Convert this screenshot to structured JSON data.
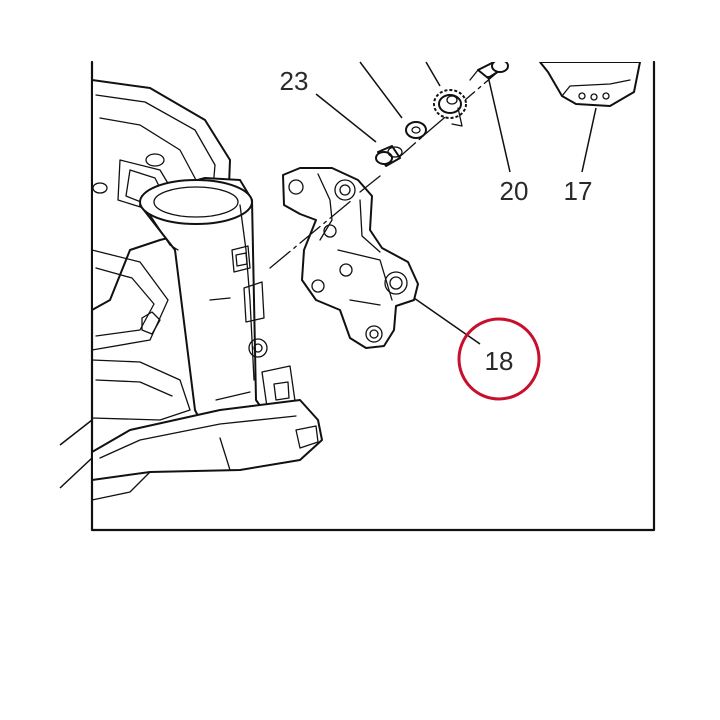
{
  "callouts": [
    {
      "id": "23",
      "label": "23"
    },
    {
      "id": "20",
      "label": "20"
    },
    {
      "id": "17",
      "label": "17"
    },
    {
      "id": "18",
      "label": "18",
      "highlighted": true
    }
  ],
  "colors": {
    "line": "#111111",
    "background": "#ffffff",
    "highlight": "#c8102e",
    "label": "#2a2a2a"
  }
}
